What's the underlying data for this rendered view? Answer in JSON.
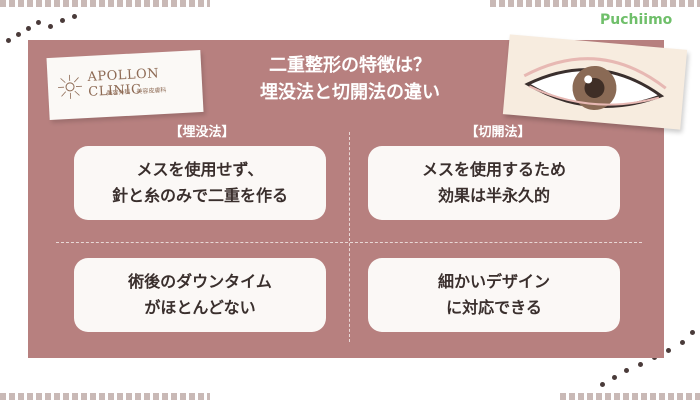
{
  "logo": {
    "name": "APOLLON CLINIC",
    "subtitle": "美容外科・美容皮膚科"
  },
  "headline": {
    "line1": "二重整形の特徴は？",
    "line2": "埋没法と切開法の違い"
  },
  "brand": "Puchiimo",
  "columns": {
    "left_label": "【埋没法】",
    "right_label": "【切開法】"
  },
  "cards": {
    "left_top": "メスを使用せず、\n針と糸のみで二重を作る",
    "right_top": "メスを使用するため\n効果は半永久的",
    "left_bottom": "術後のダウンタイム\nがほとんどない",
    "right_bottom": "細かいデザイン\nに対応できる"
  },
  "colors": {
    "panel": "#b7807f",
    "card": "#fbf8f6",
    "text": "#3a2f2d",
    "brand": "#6fbf6a"
  }
}
